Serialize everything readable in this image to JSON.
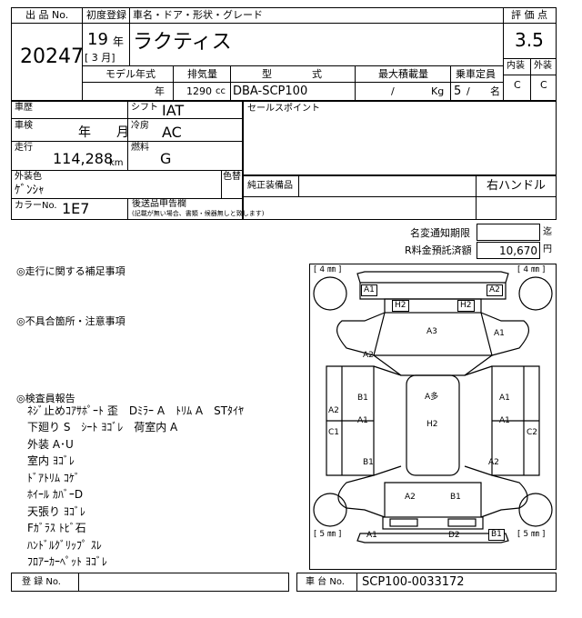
{
  "header": {
    "lot_label": "出 品 No.",
    "lot_no": "20247",
    "reg_label": "初度登録",
    "reg_year": "19",
    "year_unit": "年",
    "reg_month_text": "[ 3 月]",
    "name_label": "車名・ドア・形状・グレード",
    "car_name": "ラクティス",
    "score_label": "評 価 点",
    "score": "3.5",
    "interior_label": "内装",
    "exterior_label": "外装",
    "interior_grade": "C",
    "exterior_grade": "C"
  },
  "specs": {
    "model_year_label": "モデル年式",
    "model_year_unit": "年",
    "displacement_label": "排気量",
    "displacement": "1290",
    "displacement_unit": "cc",
    "type_label": "型　　　　式",
    "type_value": "DBA-SCP100",
    "max_load_label": "最大積載量",
    "max_load_sep": "/",
    "max_load_unit": "Kg",
    "capacity_label": "乗車定員",
    "capacity": "5",
    "capacity_sep": "/",
    "capacity_unit": "名"
  },
  "details": {
    "history_label": "車歴",
    "shift_label": "シフト",
    "shift_value": "IAT",
    "sales_point_label": "セールスポイント",
    "inspection_label": "車検",
    "inspection_value": "年　　月",
    "ac_label": "冷房",
    "ac_value": "AC",
    "mileage_label": "走行",
    "mileage_value": "114,288",
    "mileage_unit": "km",
    "fuel_label": "燃料",
    "fuel_value": "G",
    "exterior_color_label": "外装色",
    "exterior_color_value": "ｹﾞﾝｼｬ",
    "color_change_label": "色替",
    "genuine_parts_label": "純正装備品",
    "handle_value": "右ハンドル",
    "color_no_label": "カラーNo.",
    "color_no_value": "1E7",
    "aftersales_label": "後送品申告欄",
    "aftersales_note": "(記載が無い場合、書類・候器無しと致します)"
  },
  "fees": {
    "name_change_label": "名変通知期限",
    "name_change_unit": "迄",
    "recycle_label": "R料金預託済額",
    "recycle_value": "10,670",
    "recycle_unit": "円"
  },
  "notes": {
    "driving_label": "◎走行に関する補足事項",
    "defects_label": "◎不具合箇所・注意事項",
    "inspector_label": "◎検査員報告",
    "inspector_lines": [
      "ﾈｼﾞ止めｺｱｻﾎﾟｰﾄ 歪　Dﾐﾗｰ A　ﾄﾘﾑ A　STﾀｲﾔ",
      "下廻り S　ｼｰﾄ ﾖｺﾞﾚ　荷室内 A",
      "外装 A･U",
      "室内 ﾖｺﾞﾚ",
      "ﾄﾞｱﾄﾘﾑ ｺｹﾞ",
      "ﾎｲｰﾙ ｶﾊﾞｰD",
      "天張り ﾖｺﾞﾚ",
      "Fｶﾞﾗｽ ﾄﾋﾞ石",
      "ﾊﾝﾄﾞﾙｸﾞﾘｯﾌﾟ ｽﾚ",
      "ﾌﾛｱｰｶｰﾍﾟｯﾄ ﾖｺﾞﾚ"
    ]
  },
  "diagram": {
    "tire_top_left": "[ 4 ㎜ ]",
    "tire_top_right": "[ 4 ㎜ ]",
    "tire_bottom_left": "[ 5 ㎜ ]",
    "tire_bottom_right": "[ 5 ㎜ ]",
    "marks": {
      "front_bumper_left": "A1",
      "front_bumper_right": "A2",
      "grille_left": "H2",
      "grille_right": "H2",
      "hood": "A3",
      "front_fender_left": "A2",
      "front_fender_right": "A1",
      "roof_front": "A多",
      "roof": "H2",
      "front_door_left": "B1",
      "front_door_left_lower": "A1",
      "sill_left_front": "A2",
      "pillar_left": "C1",
      "front_door_right": "A1",
      "front_door_right_lower": "A1",
      "pillar_right": "C2",
      "rear_door_left": "B1",
      "rear_door_right": "A2",
      "trunk_left": "A2",
      "trunk_right": "B1",
      "rear_bumper_left": "A1",
      "rear_bumper_center": "D2",
      "rear_bumper_right": "B1"
    }
  },
  "footer": {
    "reg_no_label": "登 録 No.",
    "chassis_label": "車 台 No.",
    "chassis_value": "SCP100-0033172"
  }
}
